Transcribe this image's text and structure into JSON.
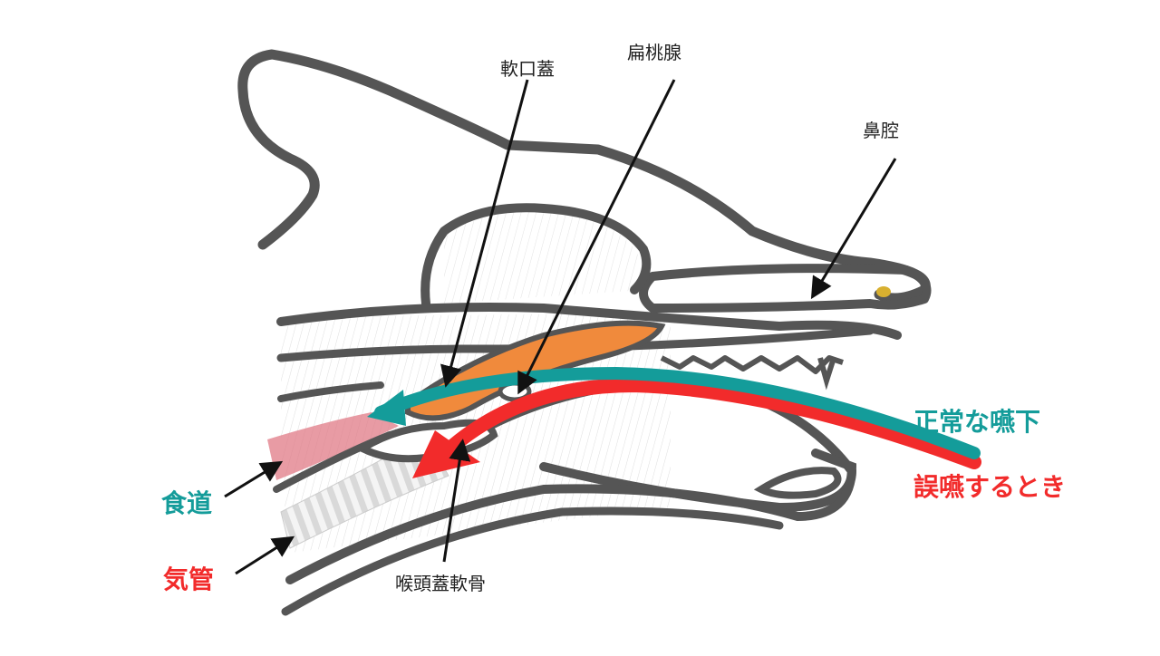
{
  "labels": {
    "soft_palate": "軟口蓋",
    "tonsil": "扁桃腺",
    "nasal_cavity": "鼻腔",
    "epiglottis": "喉頭蓋軟骨",
    "esophagus": "食道",
    "trachea": "気管",
    "normal_swallow": "正常な嚥下",
    "aspiration": "誤嚥するとき"
  },
  "colors": {
    "outline": "#555555",
    "soft_palate_fill": "#f08a3c",
    "normal_path": "#149c9a",
    "aspiration_path": "#f22b2b",
    "esophagus_fill": "#e07a86",
    "tooth_yellow": "#d8b030",
    "pointer": "#111111"
  }
}
